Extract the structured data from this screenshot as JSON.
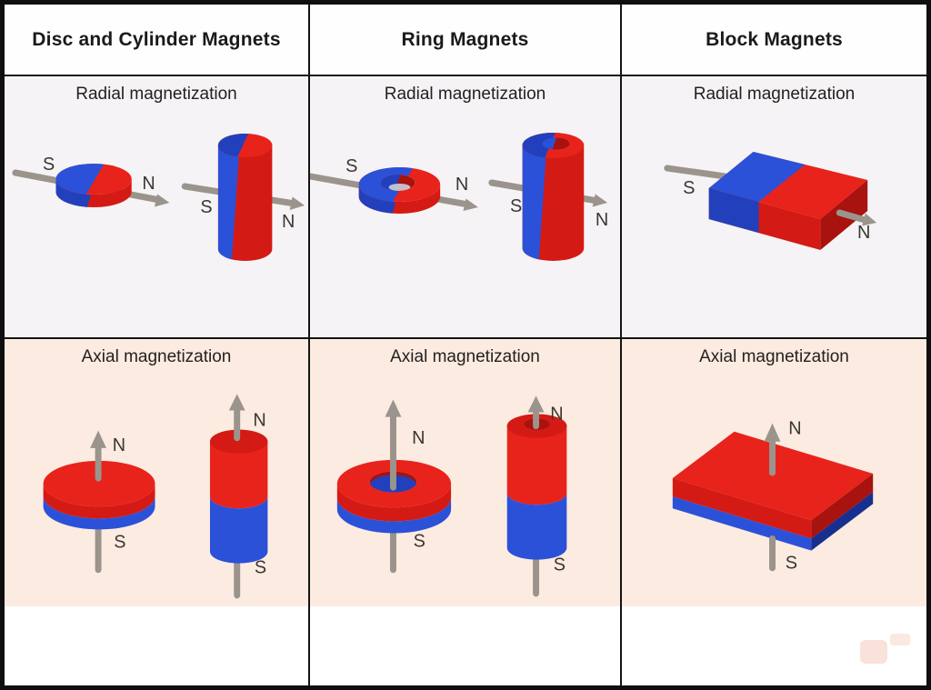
{
  "table": {
    "columns": [
      {
        "id": "disc-cylinder",
        "header": "Disc and Cylinder Magnets"
      },
      {
        "id": "ring",
        "header": "Ring Magnets"
      },
      {
        "id": "block",
        "header": "Block Magnets"
      }
    ],
    "rows": [
      {
        "id": "radial",
        "label": "Radial magnetization"
      },
      {
        "id": "axial",
        "label": "Axial magnetization"
      }
    ]
  },
  "poles": {
    "north": "N",
    "south": "S"
  },
  "figures": {
    "disc_cylinder_radial": "disc and cylinder magnets split blue (S, left) / red (N, right) with horizontal magnetization arrow",
    "ring_radial": "ring and tube magnets split blue/red with horizontal magnetization arrow",
    "block_radial": "block magnet split blue/red with horizontal magnetization arrow",
    "disc_cylinder_axial": "disc and cylinder magnets red top (N) / blue bottom (S) with vertical magnetization arrow",
    "ring_axial": "ring and tube magnets red top (N) / blue bottom (S) with vertical magnetization arrow",
    "block_axial": "block magnet red top (N) / blue bottom (S) with vertical magnetization arrow"
  },
  "colors": {
    "red": "#e8231c",
    "red_mid": "#d41a14",
    "red_dark": "#a8120f",
    "blue": "#2b51d8",
    "blue_mid": "#2240bc",
    "blue_dark": "#17308f",
    "arrow_gray": "#9b948c",
    "label_text": "#3a3732",
    "header_text": "#1a1a1a",
    "radial_bg": "#f5f3f5",
    "axial_bg": "#fcebe0",
    "grid_border": "#141414"
  }
}
